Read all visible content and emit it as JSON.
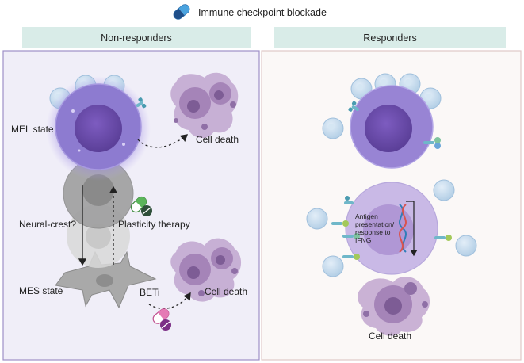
{
  "header": {
    "title": "Immune checkpoint blockade",
    "icon": "capsule-icon"
  },
  "left_panel": {
    "heading": "Non-responders",
    "labels": {
      "mel_state": "MEL state",
      "cell_death_top": "Cell death",
      "neural_crest": "Neural-crest?",
      "plasticity_therapy": "Plasticity therapy",
      "mes_state": "MES state",
      "beti": "BETi",
      "cell_death_bottom": "Cell death"
    }
  },
  "right_panel": {
    "heading": "Responders",
    "antigen_lines": [
      "Antigen",
      "presentation/",
      "response to",
      "IFNG"
    ],
    "cell_death": "Cell death"
  },
  "colors": {
    "heading_band": "#d9ece8",
    "left_bg": "#f0eef8",
    "right_bg": "#fbf8f7",
    "melanoma_cell": "#8d7bd0",
    "nucleus": "#6b4fa8",
    "dead_cell": "#a584b8",
    "t_cell": "#c6dcef",
    "pill_blue": "#4aa3df",
    "pill_green": "#5bb55b",
    "pill_pink": "#e57ab5"
  }
}
